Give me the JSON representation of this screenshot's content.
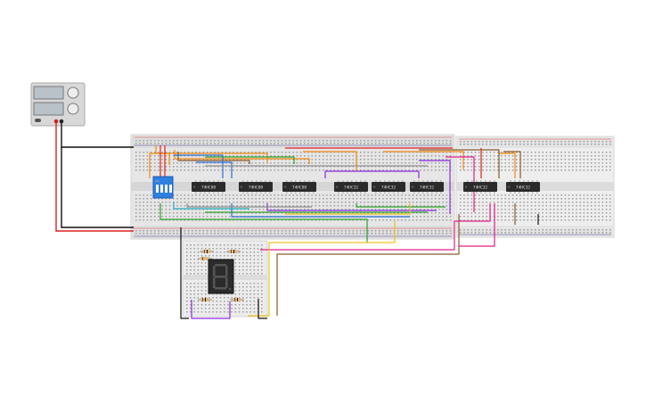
{
  "colors": {
    "background": "#ffffff",
    "breadboard": "#e6e6e6",
    "breadboard_dark": "#dcdcdc",
    "hole": "#9a9a9a",
    "rail_red": "#d44",
    "rail_blue": "#449",
    "chip": "#2b2b2b",
    "wire_red": "#e02020",
    "wire_black": "#111111",
    "wire_orange": "#f08a10",
    "wire_green": "#2ca02c",
    "wire_blue": "#2a70d8",
    "wire_purple": "#8a2be2",
    "wire_yellow": "#f0c020",
    "wire_brown": "#8b5a2b",
    "wire_pink": "#e0208a",
    "wire_gray": "#909090",
    "wire_cyan": "#20b0c0",
    "dip_switch": "#2f7fe0",
    "seven_segment": "#2b2b2b"
  },
  "power_supply": {
    "name": "dc-power-supply",
    "icons": [
      "display-icon",
      "knob-icon",
      "terminal-icon"
    ]
  },
  "chips": [
    {
      "label": "74HC08"
    },
    {
      "label": "74HC08"
    },
    {
      "label": "74HC08"
    },
    {
      "label": "74HC32"
    },
    {
      "label": "74HC32"
    },
    {
      "label": "74HC32"
    },
    {
      "label": "74HC32"
    },
    {
      "label": "74HC32"
    }
  ],
  "dip_switch": {
    "label": "ON"
  },
  "display": {
    "name": "seven-segment-display"
  }
}
